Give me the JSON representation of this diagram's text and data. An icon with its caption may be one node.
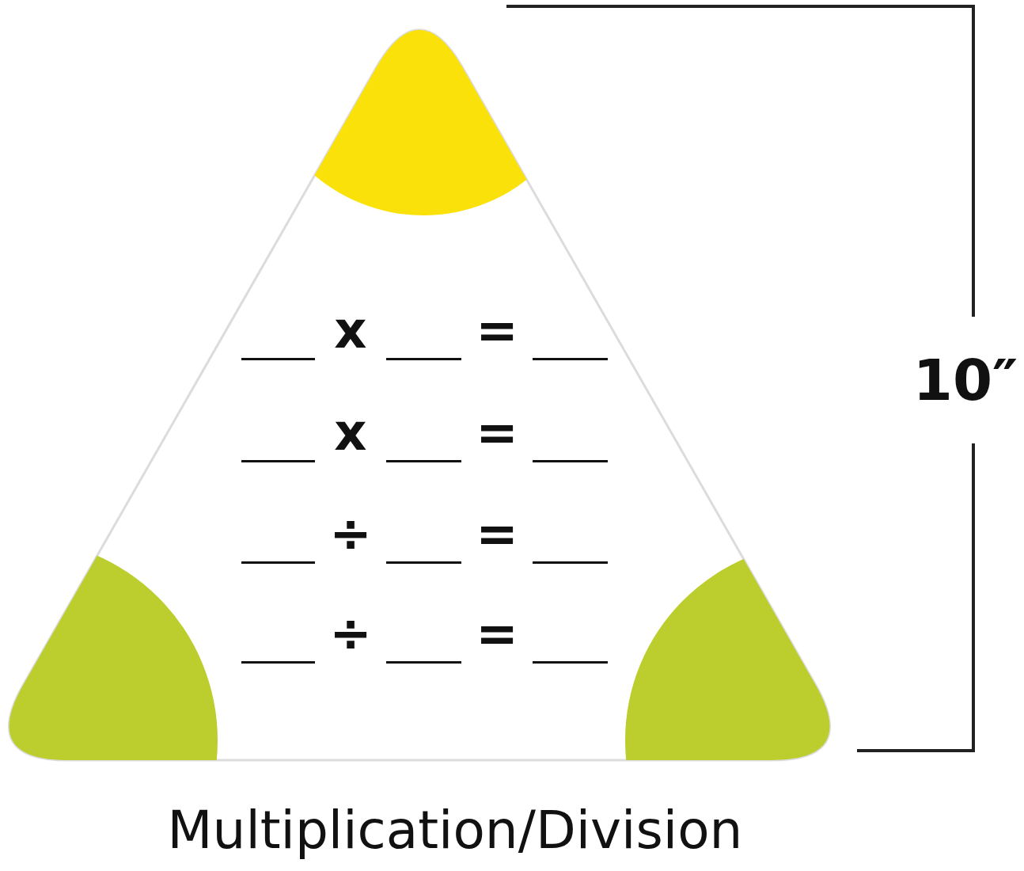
{
  "diagram": {
    "caption": "Multiplication/Division",
    "labels": [
      "x",
      "=",
      "x",
      "=",
      "÷",
      "=",
      "÷",
      "=",
      "10″"
    ]
  }
}
